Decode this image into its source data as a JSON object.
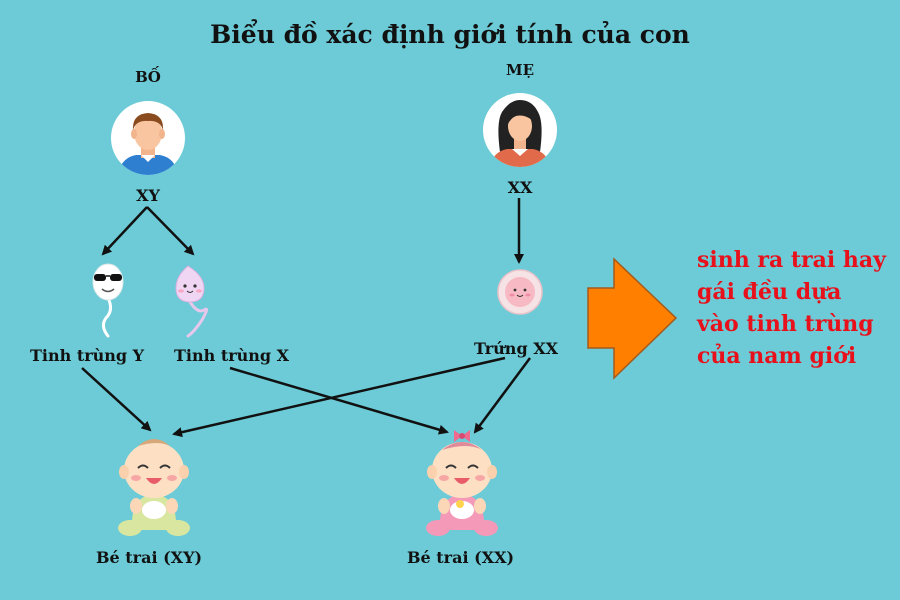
{
  "title": "Biểu đồ xác định giới tính của con",
  "father": {
    "label": "BỐ",
    "genotype": "XY"
  },
  "mother": {
    "label": "MẸ",
    "genotype": "XX"
  },
  "sperm_y": {
    "label": "Tinh trùng Y"
  },
  "sperm_x": {
    "label": "Tinh trùng X"
  },
  "egg": {
    "label": "Trứng XX"
  },
  "child_boy": {
    "label": "Bé trai (XY)"
  },
  "child_girl": {
    "label": "Bé trai (XX)"
  },
  "note": {
    "lines": [
      "sinh ra trai hay",
      "gái đều dựa",
      "vào tinh trùng",
      "của nam giới"
    ]
  },
  "colors": {
    "background": "#6ccbd6",
    "note_text": "#e8101a",
    "big_arrow": "#ff7f00"
  },
  "icons": {
    "father": "father-avatar-icon",
    "mother": "mother-avatar-icon",
    "sperm_y": "sperm-y-icon",
    "sperm_x": "sperm-x-icon",
    "egg": "egg-icon",
    "boy": "baby-boy-icon",
    "girl": "baby-girl-icon",
    "arrow": "big-arrow-icon"
  }
}
